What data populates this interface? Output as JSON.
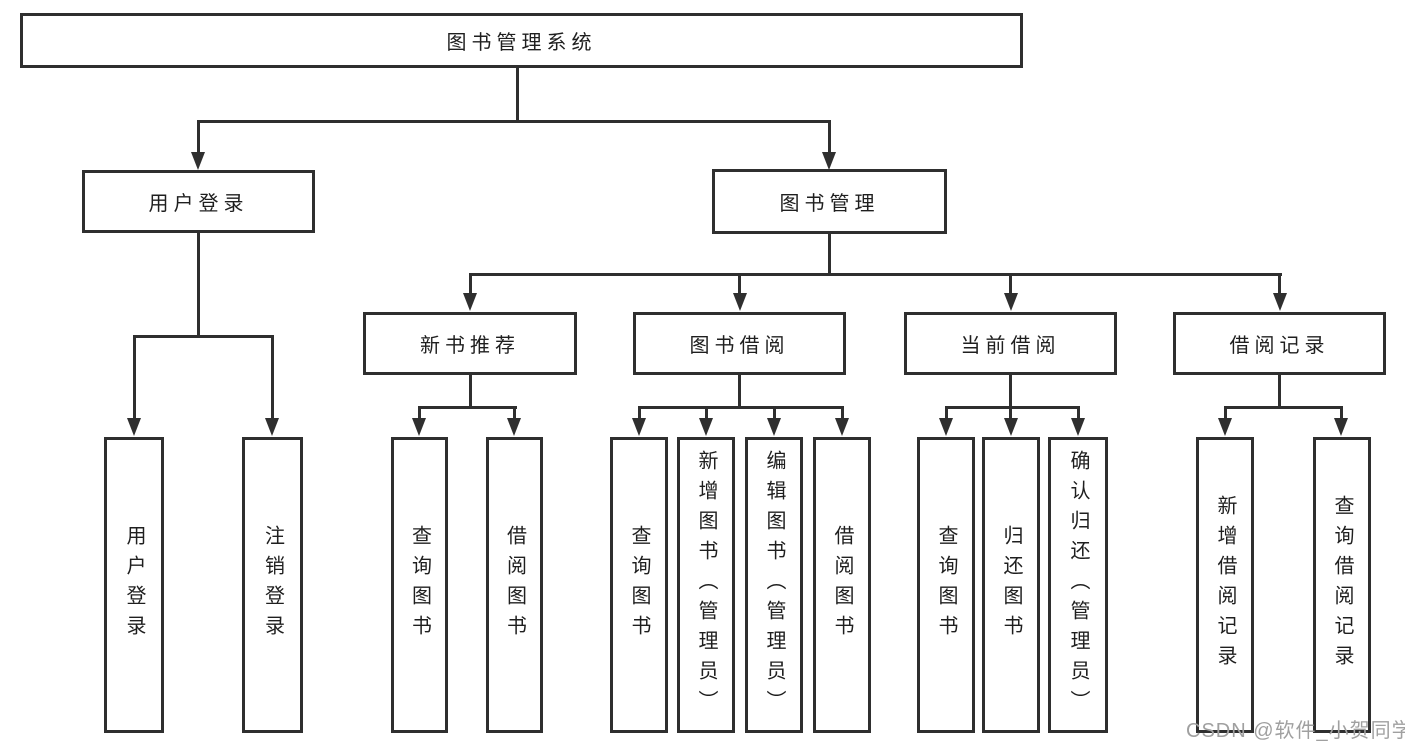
{
  "root": {
    "label": "图书管理系统"
  },
  "user_login": {
    "label": "用户登录",
    "children": [
      {
        "label": "用户登录"
      },
      {
        "label": "注销登录"
      }
    ]
  },
  "book_mgmt": {
    "label": "图书管理",
    "children": [
      {
        "label": "新书推荐",
        "children": [
          {
            "label": "查询图书"
          },
          {
            "label": "借阅图书"
          }
        ]
      },
      {
        "label": "图书借阅",
        "children": [
          {
            "label": "查询图书"
          },
          {
            "label": "新增图书（管理员）"
          },
          {
            "label": "编辑图书（管理员）"
          },
          {
            "label": "借阅图书"
          }
        ]
      },
      {
        "label": "当前借阅",
        "children": [
          {
            "label": "查询图书"
          },
          {
            "label": "归还图书"
          },
          {
            "label": "确认归还（管理员）"
          }
        ]
      },
      {
        "label": "借阅记录",
        "children": [
          {
            "label": "新增借阅记录"
          },
          {
            "label": "查询借阅记录"
          }
        ]
      }
    ]
  },
  "watermark": "CSDN @软件_小贺同学",
  "colors": {
    "background": "#ffffff",
    "box_fill": "#ffffff",
    "border": "#2f2f2f",
    "line": "#2f2f2f",
    "text": "#1f1f1f",
    "watermark": "#a0a0a0"
  }
}
